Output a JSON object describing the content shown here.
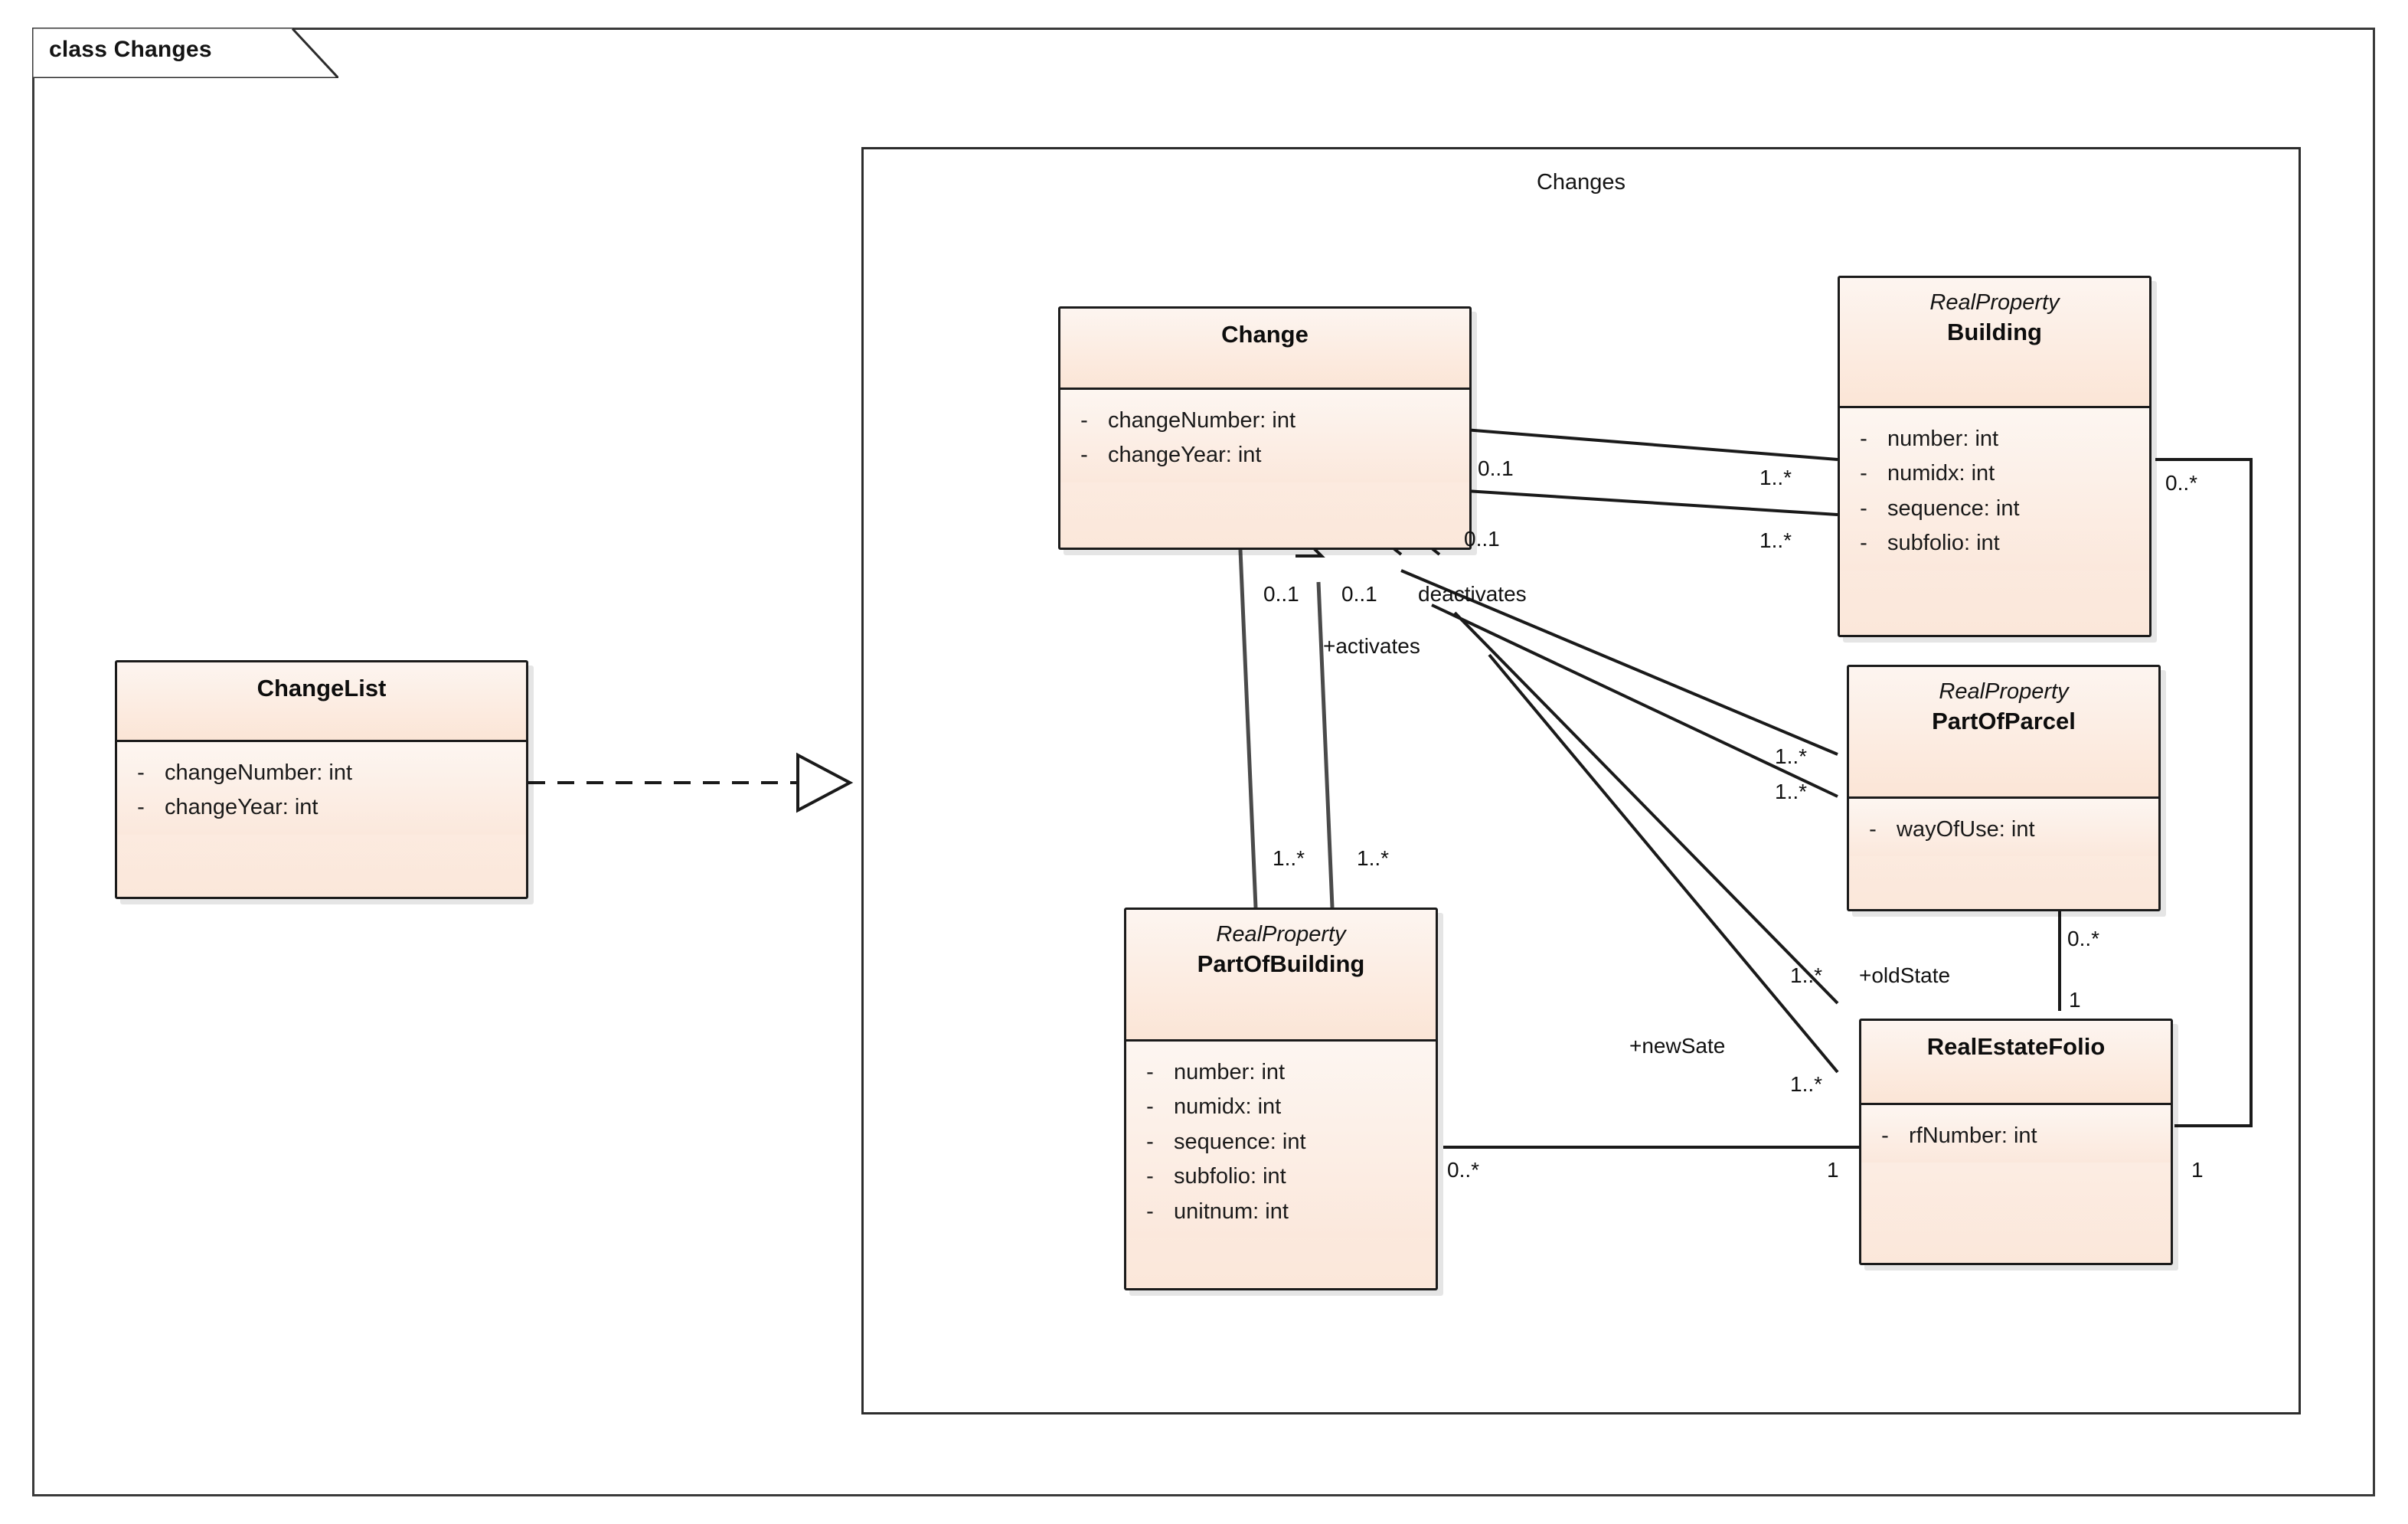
{
  "frame": {
    "label": "class Changes"
  },
  "package": {
    "name": "Changes"
  },
  "classes": [
    {
      "id": "changelist",
      "stereotype": "",
      "name": "ChangeList",
      "attributes": [
        {
          "visibility": "-",
          "text": "changeNumber: int"
        },
        {
          "visibility": "-",
          "text": "changeYear: int"
        }
      ]
    },
    {
      "id": "change",
      "stereotype": "",
      "name": "Change",
      "attributes": [
        {
          "visibility": "-",
          "text": "changeNumber: int"
        },
        {
          "visibility": "-",
          "text": "changeYear: int"
        }
      ]
    },
    {
      "id": "building",
      "stereotype": "RealProperty",
      "name": "Building",
      "attributes": [
        {
          "visibility": "-",
          "text": "number: int"
        },
        {
          "visibility": "-",
          "text": "numidx: int"
        },
        {
          "visibility": "-",
          "text": "sequence: int"
        },
        {
          "visibility": "-",
          "text": "subfolio: int"
        }
      ]
    },
    {
      "id": "partofparcel",
      "stereotype": "RealProperty",
      "name": "PartOfParcel",
      "attributes": [
        {
          "visibility": "-",
          "text": "wayOfUse: int"
        }
      ]
    },
    {
      "id": "partofbuilding",
      "stereotype": "RealProperty",
      "name": "PartOfBuilding",
      "attributes": [
        {
          "visibility": "-",
          "text": "number: int"
        },
        {
          "visibility": "-",
          "text": "numidx: int"
        },
        {
          "visibility": "-",
          "text": "sequence: int"
        },
        {
          "visibility": "-",
          "text": "subfolio: int"
        },
        {
          "visibility": "-",
          "text": "unitnum: int"
        }
      ]
    },
    {
      "id": "realestatefolio",
      "stereotype": "",
      "name": "RealEstateFolio",
      "attributes": [
        {
          "visibility": "-",
          "text": "rfNumber: int"
        }
      ]
    }
  ],
  "multiplicities": [
    {
      "id": "m-change-building-top",
      "text": "0..1"
    },
    {
      "id": "m-change-building-bottom",
      "text": "0..1"
    },
    {
      "id": "m-building-left-top",
      "text": "1..*"
    },
    {
      "id": "m-building-left-bottom",
      "text": "1..*"
    },
    {
      "id": "m-building-right",
      "text": "0..*"
    },
    {
      "id": "m-change-down-left",
      "text": "0..1"
    },
    {
      "id": "m-change-down-right",
      "text": "0..1"
    },
    {
      "id": "m-partofparcel-left-top",
      "text": "1..*"
    },
    {
      "id": "m-partofparcel-left-bottom",
      "text": "1..*"
    },
    {
      "id": "m-partofbuilding-up-left",
      "text": "1..*"
    },
    {
      "id": "m-partofbuilding-up-right",
      "text": "1..*"
    },
    {
      "id": "m-oldstate",
      "text": "1..*"
    },
    {
      "id": "m-newsate",
      "text": "1..*"
    },
    {
      "id": "m-partofparcel-rf-top",
      "text": "0..*"
    },
    {
      "id": "m-partofparcel-rf-bottom",
      "text": "1"
    },
    {
      "id": "m-partofbuilding-bottom",
      "text": "0..*"
    },
    {
      "id": "m-rf-left-bottom",
      "text": "1"
    },
    {
      "id": "m-rf-right",
      "text": "1"
    }
  ],
  "roles": [
    {
      "id": "role-deactivates",
      "text": "deactivates"
    },
    {
      "id": "role-activates",
      "text": "+activates"
    },
    {
      "id": "role-oldstate",
      "text": "+oldState"
    },
    {
      "id": "role-newsate",
      "text": "+newSate"
    }
  ],
  "colors": {
    "class_fill_top": "#fdf5f0",
    "class_fill_bottom": "#fbe5d6",
    "border": "#1b1b1b",
    "frame_border": "#3a3a3a",
    "text": "#141414"
  }
}
